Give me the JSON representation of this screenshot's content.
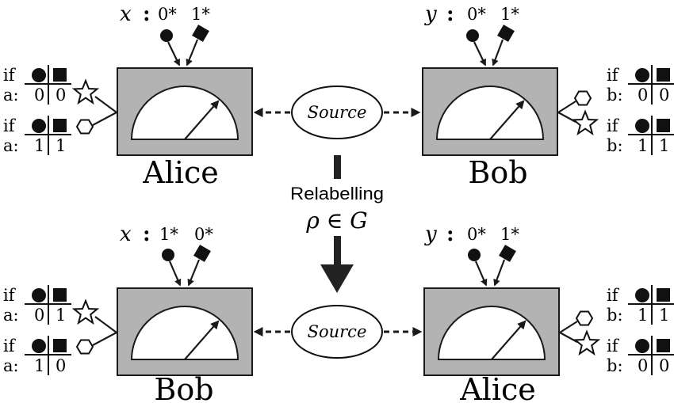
{
  "panels": {
    "top": {
      "left_label": "Alice",
      "right_label": "Bob",
      "left_var": "x",
      "right_var": "y",
      "left_inputs": [
        "0*",
        "1*"
      ],
      "right_inputs": [
        "0*",
        "1*"
      ],
      "source": "Source",
      "left_tables": [
        {
          "if": "if",
          "out": "a:",
          "v0": "0",
          "v1": "0"
        },
        {
          "if": "if",
          "out": "a:",
          "v0": "1",
          "v1": "1"
        }
      ],
      "right_tables": [
        {
          "if": "if",
          "out": "b:",
          "v0": "0",
          "v1": "0"
        },
        {
          "if": "if",
          "out": "b:",
          "v0": "1",
          "v1": "1"
        }
      ]
    },
    "bottom": {
      "left_label": "Bob",
      "right_label": "Alice",
      "left_var": "x",
      "right_var": "y",
      "left_inputs": [
        "1*",
        "0*"
      ],
      "right_inputs": [
        "0*",
        "1*"
      ],
      "source": "Source",
      "left_tables": [
        {
          "if": "if",
          "out": "a:",
          "v0": "0",
          "v1": "1"
        },
        {
          "if": "if",
          "out": "a:",
          "v0": "1",
          "v1": "0"
        }
      ],
      "right_tables": [
        {
          "if": "if",
          "out": "b:",
          "v0": "1",
          "v1": "1"
        },
        {
          "if": "if",
          "out": "b:",
          "v0": "0",
          "v1": "0"
        }
      ]
    }
  },
  "relabelling": {
    "label": "Relabelling",
    "formula": "ρ ∈ G"
  },
  "colon": ":"
}
